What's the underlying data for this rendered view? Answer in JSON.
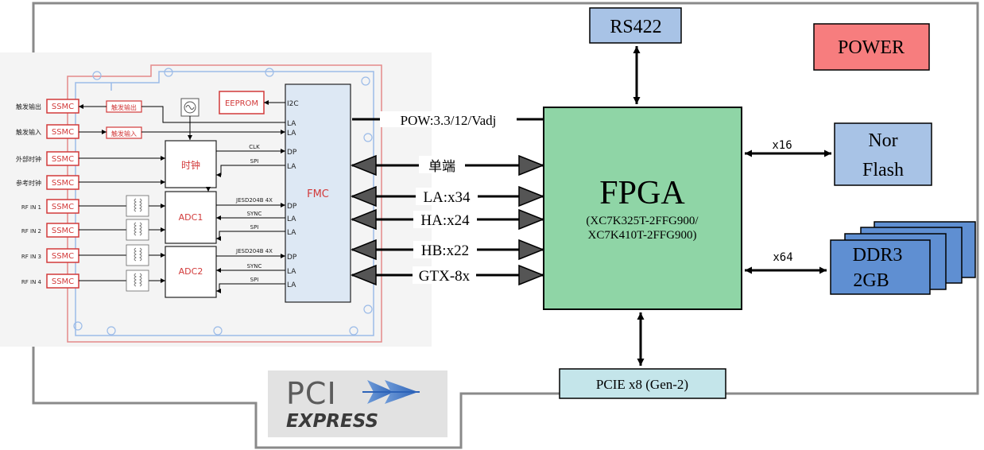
{
  "blocks": {
    "rs422": "RS422",
    "power": "POWER",
    "nor_flash_line1": "Nor",
    "nor_flash_line2": "Flash",
    "ddr3_line1": "DDR3",
    "ddr3_line2": "2GB",
    "pcie": "PCIE x8 (Gen-2)",
    "fpga_title": "FPGA",
    "fpga_part1": "(XC7K325T-2FFG900/",
    "fpga_part2": "XC7K410T-2FFG900)"
  },
  "links": {
    "pow": "POW:3.3/12/Vadj",
    "single_ended": "单端",
    "la": "LA:x34",
    "ha": "HA:x24",
    "hb": "HB:x22",
    "gtx": "GTX-8x",
    "flash_bus": "x16",
    "ddr_bus": "x64"
  },
  "logo": {
    "line1": "PCI",
    "line2": "EXPRESS"
  },
  "fmc_board": {
    "eeprom": "EEPROM",
    "i2c": "I2C",
    "fmc": "FMC",
    "clock": "时钟",
    "adc1": "ADC1",
    "adc2": "ADC2",
    "trigger_out_box": "触发输出",
    "trigger_in_box": "触发输入",
    "inputs": [
      {
        "label": "触发输出",
        "connector": "SSMC"
      },
      {
        "label": "触发输入",
        "connector": "SSMC"
      },
      {
        "label": "外部时钟",
        "connector": "SSMC"
      },
      {
        "label": "参考时钟",
        "connector": "SSMC"
      },
      {
        "label": "RF IN 1",
        "connector": "SSMC"
      },
      {
        "label": "RF IN 2",
        "connector": "SSMC"
      },
      {
        "label": "RF IN 3",
        "connector": "SSMC"
      },
      {
        "label": "RF IN 4",
        "connector": "SSMC"
      }
    ],
    "signals": {
      "clk": "CLK",
      "spi": "SPI",
      "jesd": "JESD204B 4X",
      "sync": "SYNC"
    },
    "pins": {
      "la": "LA",
      "dp": "DP",
      "i2c": "I2C"
    }
  }
}
